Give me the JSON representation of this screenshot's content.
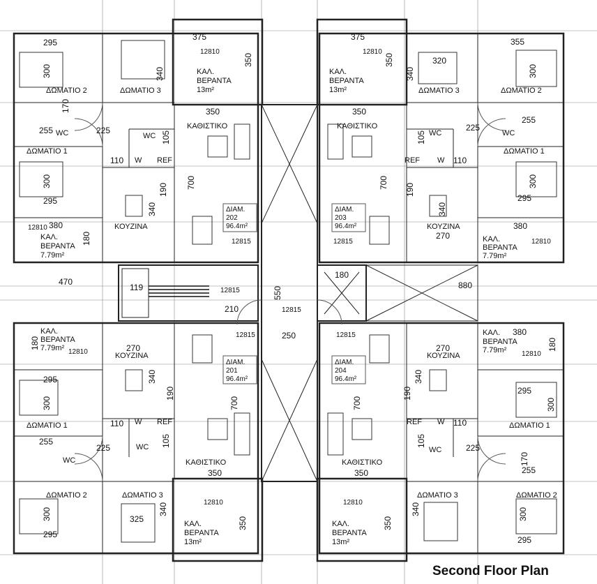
{
  "title": "Second Floor Plan",
  "rooms": {
    "bedroom2": "ΔΩΜΑΤΙΟ 2",
    "bedroom3": "ΔΩΜΑΤΙΟ 3",
    "bedroom1": "ΔΩΜΑΤΙΟ 1",
    "living": "ΚΑΘΙΣΤΙΚΟ",
    "kitchen": "ΚΟΥΖΙΝΑ",
    "wc": "WC",
    "w": "W",
    "ref": "REF",
    "veranda_line1": "ΚΑΛ.",
    "veranda_line2": "ΒΕΡΑΝΤΑ",
    "big_veranda_area": "13m²",
    "small_veranda_area": "7.79m²",
    "apartment_label": "ΔΙΑΜ.",
    "apartment_area": "96.4m²"
  },
  "apartments": [
    "202",
    "203",
    "201",
    "204"
  ],
  "levels": {
    "main": "12810",
    "stair": "12815"
  },
  "dims": {
    "d295": "295",
    "d300": "300",
    "d375": "375",
    "d355": "355",
    "d350": "350",
    "d340": "340",
    "d320": "320",
    "d325": "325",
    "d255": "255",
    "d225": "225",
    "d110": "110",
    "d105": "105",
    "d170": "170",
    "d190": "190",
    "d700": "700",
    "d380": "380",
    "d180": "180",
    "d270": "270",
    "d470": "470",
    "d119": "119",
    "d550": "550",
    "d210": "210",
    "d250": "250",
    "d880": "880"
  }
}
